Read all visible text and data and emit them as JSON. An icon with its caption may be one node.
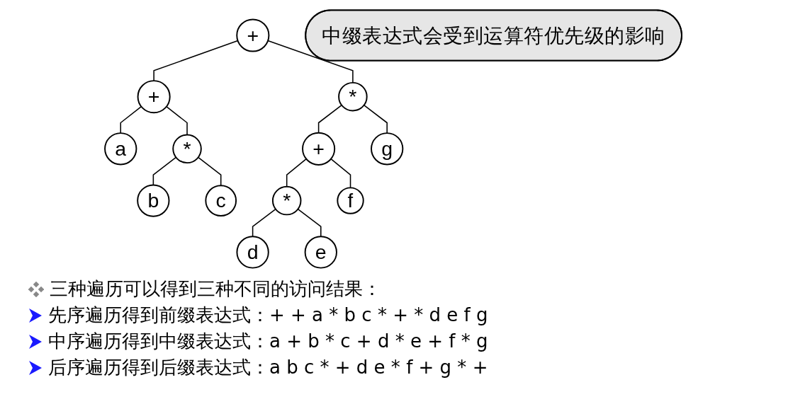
{
  "diagram": {
    "nodes": [
      {
        "text": [
          "+"
        ]
      },
      {
        "text": [
          "+"
        ]
      },
      {
        "text": [
          "*"
        ]
      },
      {
        "text": [
          "a"
        ]
      },
      {
        "text": [
          "*"
        ]
      },
      {
        "text": [
          "+"
        ]
      },
      {
        "text": [
          "g"
        ]
      },
      {
        "text": [
          "b"
        ]
      },
      {
        "text": [
          "c"
        ]
      },
      {
        "text": [
          "*"
        ]
      },
      {
        "text": [
          "f"
        ]
      },
      {
        "text": [
          "d"
        ]
      },
      {
        "text": [
          "e"
        ]
      },
      {
        "text": [
          "中缀表达式会受到运算符优先级的影响"
        ]
      }
    ],
    "edges": [
      {
        "from": 0,
        "to": 1,
        "arrow": "none"
      },
      {
        "from": 0,
        "to": 2,
        "arrow": "none"
      },
      {
        "from": 1,
        "to": 3,
        "arrow": "none"
      },
      {
        "from": 1,
        "to": 4,
        "arrow": "none"
      },
      {
        "from": 2,
        "to": 5,
        "arrow": "none"
      },
      {
        "from": 2,
        "to": 6,
        "arrow": "none"
      },
      {
        "from": 4,
        "to": 7,
        "arrow": "none"
      },
      {
        "from": 4,
        "to": 8,
        "arrow": "none"
      },
      {
        "from": 5,
        "to": 9,
        "arrow": "none"
      },
      {
        "from": 5,
        "to": 10,
        "arrow": "none"
      },
      {
        "from": 9,
        "to": 11,
        "arrow": "none"
      },
      {
        "from": 9,
        "to": 12,
        "arrow": "none"
      }
    ],
    "labels": [
      "三种遍历可以得到三种不同的访问结果：",
      "先序遍历得到前缀表达式：+ + a * b c * + * d e f g",
      "中序遍历得到中缀表达式：a + b * c + d * e + f * g",
      "后序遍历得到后缀表达式：a b c * + d e * f + g * +"
    ]
  }
}
